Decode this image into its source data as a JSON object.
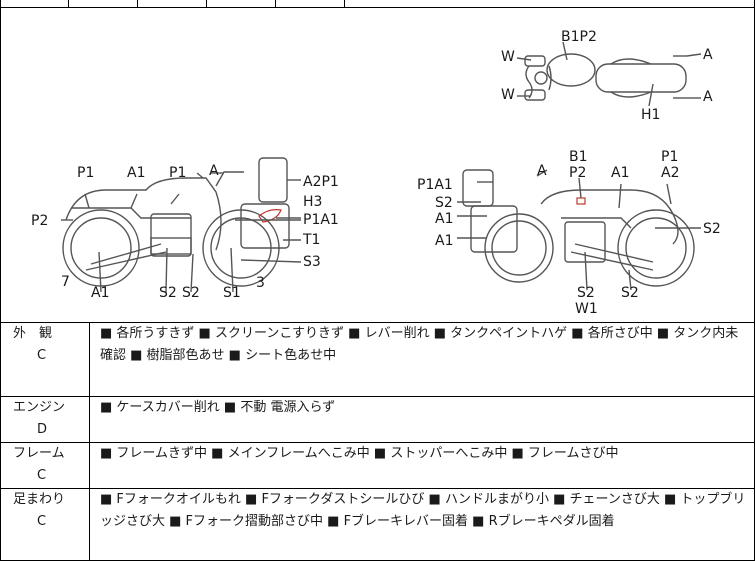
{
  "diagram": {
    "top_view_labels": {
      "top": "B1P2",
      "w_top": "W",
      "w_bottom": "W",
      "a_top": "A",
      "a_bottom": "A",
      "bottom": "H1"
    },
    "left_view_labels": {
      "p1_rear": "P1",
      "a1_mid": "A1",
      "p1_tank": "P1",
      "a_bar": "A",
      "p2_left": "P2",
      "seven": "7",
      "a1_bottom": "A1",
      "s2a": "S2",
      "s2b": "S2",
      "s1": "S1",
      "three": "3",
      "a2p1": "A2P1",
      "h3": "H3",
      "p1a1": "P1A1",
      "t1": "T1",
      "s3": "S3"
    },
    "right_view_labels": {
      "b1": "B1",
      "p2": "P2",
      "a_bar": "A",
      "p1a1": "P1A1",
      "s2_left": "S2",
      "a1_upper": "A1",
      "a1_lower": "A1",
      "a1_tank": "A1",
      "p1": "P1",
      "a2": "A2",
      "s2_right": "S2",
      "s2_bottom_a": "S2",
      "w1": "W1",
      "s2_bottom_b": "S2"
    }
  },
  "rows": [
    {
      "name": "外　観",
      "grade": "C",
      "desc": "■ 各所うすきず ■ スクリーンこすりきず ■ レバー削れ ■ タンクペイントハゲ ■ 各所さび中 ■ タンク内未確認 ■ 樹脂部色あせ ■ シート色あせ中"
    },
    {
      "name": "エンジン",
      "grade": "D",
      "desc": "■ ケースカバー削れ ■ 不動 電源入らず"
    },
    {
      "name": "フレーム",
      "grade": "C",
      "desc": "■ フレームきず中 ■ メインフレームへこみ中 ■ ストッパーへこみ中 ■ フレームさび中"
    },
    {
      "name": "足まわり",
      "grade": "C",
      "desc": "■ Fフォークオイルもれ ■ Fフォークダストシールひび ■ ハンドルまがり小 ■ チェーンさび大 ■ トップブリッジさび大 ■ Fフォーク摺動部さび中 ■ Fブレーキレバー固着 ■ Rブレーキペダル固着"
    }
  ],
  "colors": {
    "line": "#000000",
    "drawing": "#555555",
    "mark": "#c0392b"
  }
}
